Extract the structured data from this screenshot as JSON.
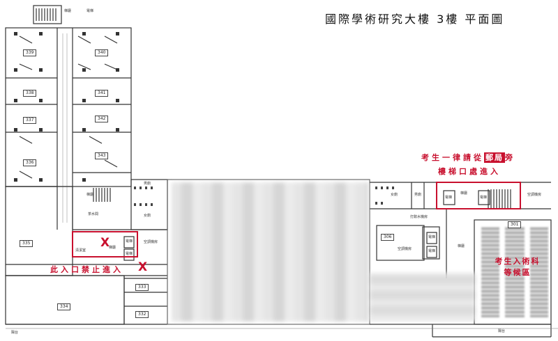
{
  "title": "國際學術研究大樓 3樓 平面圖",
  "rooms": {
    "r339": "339",
    "r340": "340",
    "r338": "338",
    "r341": "341",
    "r337": "337",
    "r342": "342",
    "r336": "336",
    "r343": "343",
    "r335": "335",
    "r334": "334",
    "r333": "333",
    "r332": "332",
    "r301": "301",
    "r306": "306"
  },
  "labels": {
    "stairs": "梯廳",
    "elevator": "電梯",
    "hvac": "空調機房",
    "mens": "男廁",
    "womens": "女廁",
    "tea": "茶水間",
    "cleaning": "清潔室",
    "balcony": "陽台",
    "water_room": "打飲水機房"
  },
  "notes": {
    "post_line1_pre": "考生一律請從",
    "post_highlight": "郵局",
    "post_line1_post": "旁",
    "post_line2": "樓梯口處進入",
    "no_entry": "此入口禁止進入",
    "waiting_line1": "考生入術科",
    "waiting_line2": "等候區"
  },
  "marks": {
    "x": "X"
  },
  "colors": {
    "accent": "#c8102e",
    "wall": "#333333"
  }
}
